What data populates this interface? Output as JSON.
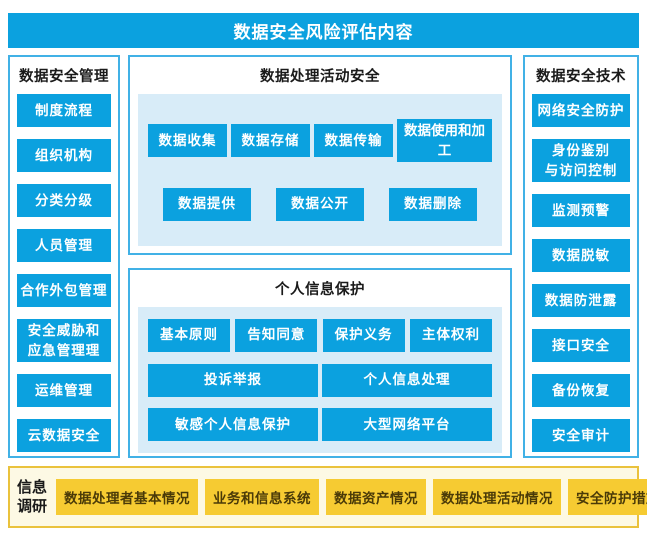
{
  "title": "数据安全风险评估内容",
  "left_panel": {
    "title": "数据安全管理",
    "items": [
      "制度流程",
      "组织机构",
      "分类分级",
      "人员管理",
      "合作外包管理",
      "安全威胁和\n应急管理理",
      "运维管理",
      "云数据安全"
    ]
  },
  "center": {
    "activity_box": {
      "title": "数据处理活动安全",
      "rows": [
        [
          "数据收集",
          "数据存储",
          "数据传输",
          "数据使用和加工"
        ],
        [
          "数据提供",
          "数据公开",
          "数据删除"
        ]
      ]
    },
    "privacy_box": {
      "title": "个人信息保护",
      "rows": [
        [
          "基本原则",
          "告知同意",
          "保护义务",
          "主体权利"
        ],
        [
          "投诉举报",
          "个人信息处理"
        ],
        [
          "敏感个人信息保护",
          "大型网络平台"
        ]
      ]
    }
  },
  "right_panel": {
    "title": "数据安全技术",
    "items": [
      "网络安全防护",
      "身份鉴别\n与访问控制",
      "监测预警",
      "数据脱敏",
      "数据防泄露",
      "接口安全",
      "备份恢复",
      "安全审计"
    ]
  },
  "bottom_panel": {
    "title": "信息\n调研",
    "items": [
      "数据处理者基本情况",
      "业务和信息系统",
      "数据资产情况",
      "数据处理活动情况",
      "安全防护措施"
    ]
  },
  "colors": {
    "primary_blue": "#0ba1df",
    "box_border_blue": "#41b1e6",
    "panel_light_blue": "#d8ecf8",
    "accent_yellow": "#f6cb32",
    "bottom_background": "#fdf9e4",
    "bottom_border": "#eac23c"
  }
}
